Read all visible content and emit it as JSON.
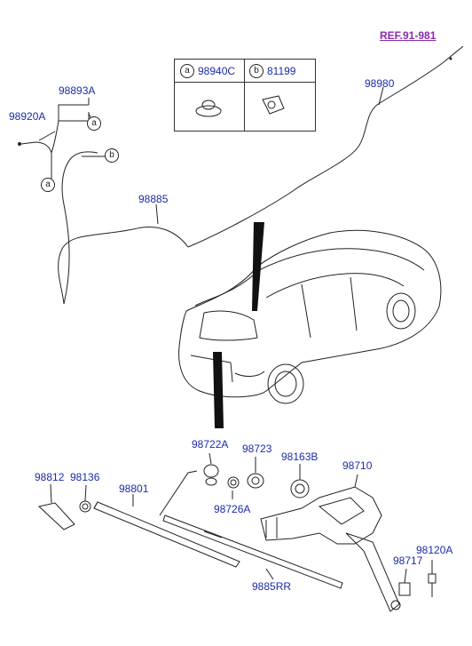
{
  "reference": {
    "text": "REF.91-981"
  },
  "legend": {
    "a": {
      "key": "a",
      "part": "98940C"
    },
    "b": {
      "key": "b",
      "part": "81199"
    }
  },
  "callouts": {
    "a": "a",
    "b": "b"
  },
  "parts": {
    "p98893A": "98893A",
    "p98920A": "98920A",
    "p98980": "98980",
    "p98885": "98885",
    "p98722A": "98722A",
    "p98723": "98723",
    "p98163B": "98163B",
    "p98710": "98710",
    "p98812": "98812",
    "p98136": "98136",
    "p98801": "98801",
    "p98726A": "98726A",
    "p98120A": "98120A",
    "p98717": "98717",
    "p9885RR": "9885RR"
  },
  "colors": {
    "label": "#1c2aa8",
    "reference": "#8a2ab0",
    "line": "#222222"
  }
}
